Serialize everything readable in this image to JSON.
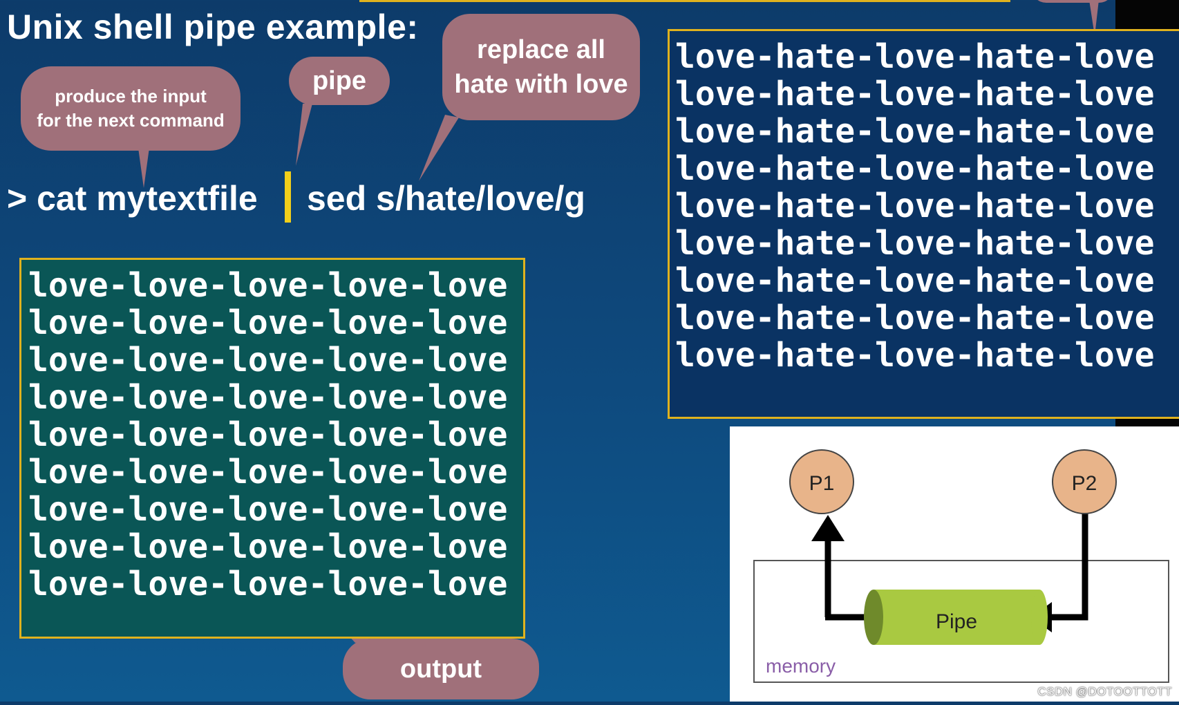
{
  "title": "Unix shell pipe example:",
  "callouts": {
    "produce_input": "produce the input\nfor the next command",
    "pipe": "pipe",
    "replace": "replace all\nhate with love",
    "output": "output"
  },
  "command": {
    "left": "> cat mytextfile",
    "right": "sed s/hate/love/g"
  },
  "input_lines": [
    "love-hate-love-hate-love",
    "love-hate-love-hate-love",
    "love-hate-love-hate-love",
    "love-hate-love-hate-love",
    "love-hate-love-hate-love",
    "love-hate-love-hate-love",
    "love-hate-love-hate-love",
    "love-hate-love-hate-love",
    "love-hate-love-hate-love"
  ],
  "output_lines": [
    "love-love-love-love-love",
    "love-love-love-love-love",
    "love-love-love-love-love",
    "love-love-love-love-love",
    "love-love-love-love-love",
    "love-love-love-love-love",
    "love-love-love-love-love",
    "love-love-love-love-love",
    "love-love-love-love-love"
  ],
  "diagram": {
    "p1": "P1",
    "p2": "P2",
    "pipe": "Pipe",
    "memory": "memory"
  },
  "watermark": "CSDN @DOTOOTTOTT",
  "colors": {
    "background": "#0e4a7e",
    "callout": "#a0707a",
    "box_border": "#e0b21e",
    "pipe_bar": "#f2cf1a",
    "output_box": "#0a5656",
    "input_box": "#0a3363",
    "process_circle": "#e8b48a",
    "pipe_cylinder": "#a9c941",
    "memory_label": "#8a5ea8"
  }
}
